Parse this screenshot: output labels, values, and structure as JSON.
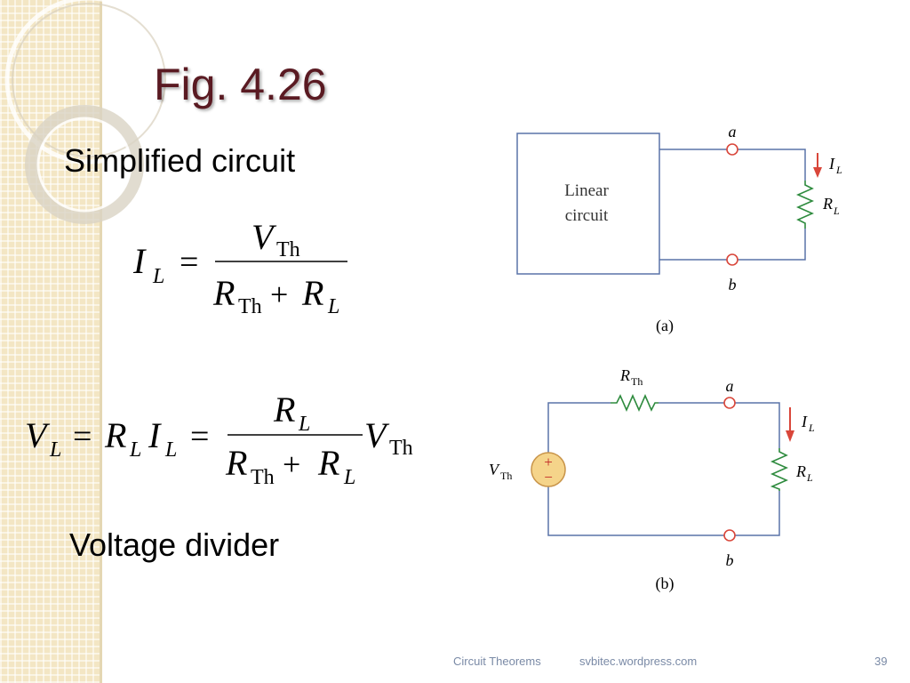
{
  "slide": {
    "title": "Fig. 4.26",
    "subtitle": "Simplified circuit",
    "divider_label": "Voltage divider"
  },
  "equations": {
    "eq1": {
      "lhs_I": "I",
      "lhs_sub": "L",
      "eq": "=",
      "num_V": "V",
      "num_sub": "Th",
      "den_R1": "R",
      "den_sub1": "Th",
      "plus": "+",
      "den_R2": "R",
      "den_sub2": "L"
    },
    "eq2": {
      "V": "V",
      "V_sub": "L",
      "eq1": "=",
      "R": "R",
      "R_sub": "L",
      "I": "I",
      "I_sub": "L",
      "eq2": "=",
      "num_R": "R",
      "num_sub": "L",
      "den_R1": "R",
      "den_sub1": "Th",
      "plus": "+",
      "den_R2": "R",
      "den_sub2": "L",
      "tail_V": "V",
      "tail_sub": "Th"
    }
  },
  "figure_a": {
    "box_line1": "Linear",
    "box_line2": "circuit",
    "node_a": "a",
    "node_b": "b",
    "current": "I",
    "current_sub": "L",
    "load": "R",
    "load_sub": "L",
    "caption": "(a)"
  },
  "figure_b": {
    "rth": "R",
    "rth_sub": "Th",
    "source": "V",
    "source_sub": "Th",
    "plus": "+",
    "minus": "−",
    "node_a": "a",
    "node_b": "b",
    "current": "I",
    "current_sub": "L",
    "load": "R",
    "load_sub": "L",
    "caption": "(b)"
  },
  "footer": {
    "title": "Circuit Theorems",
    "site": "svbitec.wordpress.com",
    "page": "39"
  },
  "colors": {
    "wire": "#5a73a8",
    "resistor": "#2e8b3e",
    "node": "#d9463a",
    "arrow": "#d9463a",
    "source_fill": "#f5d48a",
    "title": "#5a1a22"
  }
}
